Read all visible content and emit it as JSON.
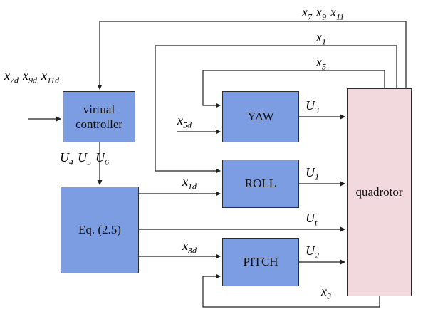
{
  "diagram": {
    "blocks": {
      "virtual_controller": "virtual controller",
      "eq25": "Eq. (2.5)",
      "yaw": "YAW",
      "roll": "ROLL",
      "pitch": "PITCH",
      "quadrotor": "quadrotor"
    },
    "signals": {
      "ref_inputs": [
        {
          "base": "x",
          "sub": "7d"
        },
        {
          "base": "x",
          "sub": "9d"
        },
        {
          "base": "x",
          "sub": "11d"
        }
      ],
      "virtual_outputs": [
        {
          "base": "U",
          "sub": "4"
        },
        {
          "base": "U",
          "sub": "5"
        },
        {
          "base": "U",
          "sub": "6"
        }
      ],
      "state_feedback_top": [
        {
          "base": "x",
          "sub": "7"
        },
        {
          "base": "x",
          "sub": "9"
        },
        {
          "base": "x",
          "sub": "11"
        }
      ],
      "x1": {
        "base": "x",
        "sub": "1"
      },
      "x5": {
        "base": "x",
        "sub": "5"
      },
      "x3": {
        "base": "x",
        "sub": "3"
      },
      "x1d": {
        "base": "x",
        "sub": "1d"
      },
      "x3d": {
        "base": "x",
        "sub": "3d"
      },
      "x5d": {
        "base": "x",
        "sub": "5d"
      },
      "u1": {
        "base": "U",
        "sub": "1"
      },
      "u2": {
        "base": "U",
        "sub": "2"
      },
      "u3": {
        "base": "U",
        "sub": "3"
      },
      "ut": {
        "base": "U",
        "sub": "t"
      }
    },
    "colors": {
      "controller_fill": "#7d9de2",
      "plant_fill": "#f2d9de",
      "line": "#1f1f1f"
    }
  }
}
